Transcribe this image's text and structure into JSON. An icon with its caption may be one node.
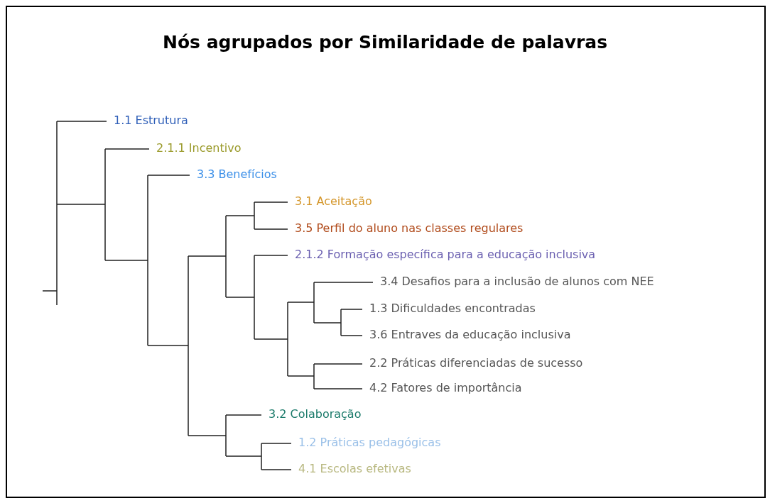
{
  "diagram": {
    "title": "Nós agrupados por Similaridade de palavras",
    "nodes": [
      {
        "text": [
          "1.1 Estrutura"
        ]
      },
      {
        "text": [
          "2.1.1 Incentivo"
        ]
      },
      {
        "text": [
          "3.3 Benefícios"
        ]
      },
      {
        "text": [
          "3.1 Aceitação"
        ]
      },
      {
        "text": [
          "3.5 Perfil do aluno nas classes regulares"
        ]
      },
      {
        "text": [
          "2.1.2 Formação específica para a educação inclusiva"
        ]
      },
      {
        "text": [
          "3.4 Desafios para a inclusão de alunos com NEE"
        ]
      },
      {
        "text": [
          "1.3 Dificuldades encontradas"
        ]
      },
      {
        "text": [
          "3.6 Entraves da educação inclusiva"
        ]
      },
      {
        "text": [
          "2.2 Práticas diferenciadas de sucesso"
        ]
      },
      {
        "text": [
          "4.2 Fatores de importância"
        ]
      },
      {
        "text": [
          "3.2 Colaboração"
        ]
      },
      {
        "text": [
          "1.2 Práticas pedagógicas"
        ]
      },
      {
        "text": [
          "4.1 Escolas efetivas"
        ]
      }
    ]
  }
}
